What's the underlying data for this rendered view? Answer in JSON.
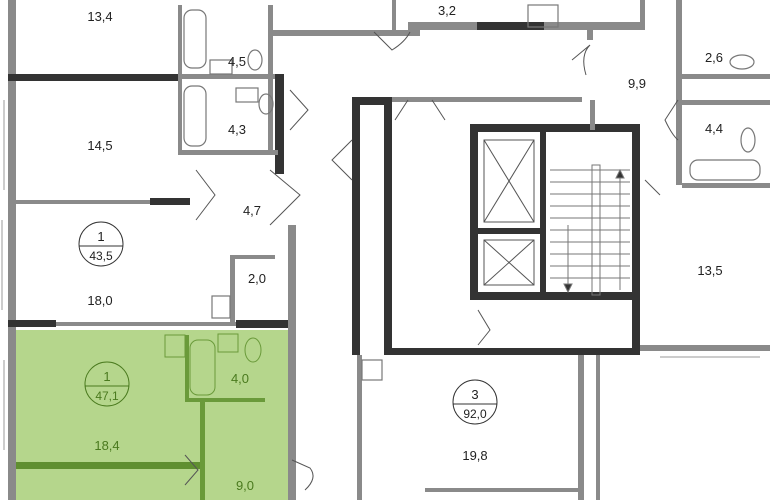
{
  "plan": {
    "colors": {
      "highlight_fill": "#b5d68c",
      "highlight_text": "#4a7a1e",
      "wall": "#8a8a8a",
      "wall_dark": "#333333"
    },
    "rooms": [
      {
        "id": "r1",
        "area": "13,4"
      },
      {
        "id": "r2",
        "area": "4,5"
      },
      {
        "id": "r3",
        "area": "4,3"
      },
      {
        "id": "r4",
        "area": "14,5"
      },
      {
        "id": "r5",
        "area": "4,7"
      },
      {
        "id": "r6",
        "area": "18,0"
      },
      {
        "id": "r7",
        "area": "2,0"
      },
      {
        "id": "r8",
        "area": "18,4"
      },
      {
        "id": "r9",
        "area": "4,0"
      },
      {
        "id": "r10",
        "area": "9,0"
      },
      {
        "id": "r11",
        "area": "19,8"
      },
      {
        "id": "r12",
        "area": "13,5"
      },
      {
        "id": "r13",
        "area": "9,9"
      },
      {
        "id": "r14",
        "area": "2,6"
      },
      {
        "id": "r15",
        "area": "4,4"
      },
      {
        "id": "r16",
        "area": "3,2"
      }
    ],
    "apartments": [
      {
        "rooms": "1",
        "total_area": "43,5",
        "highlighted": false
      },
      {
        "rooms": "1",
        "total_area": "47,1",
        "highlighted": true
      },
      {
        "rooms": "3",
        "total_area": "92,0",
        "highlighted": false
      }
    ]
  }
}
